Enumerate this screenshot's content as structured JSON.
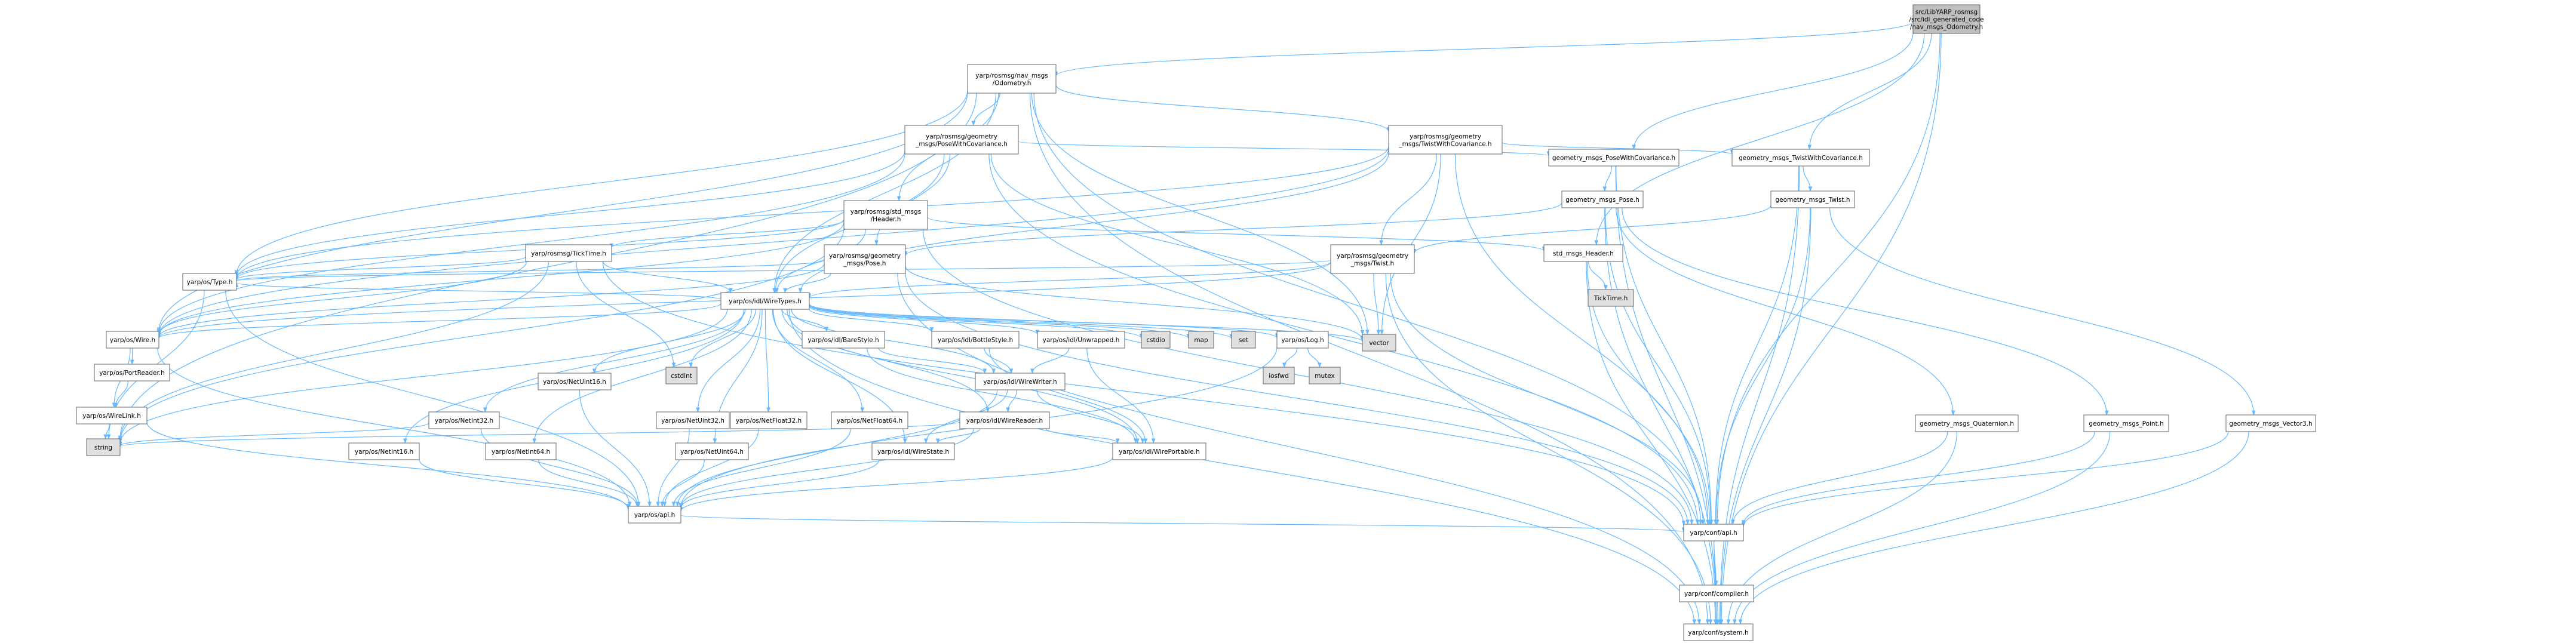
{
  "colors": {
    "node_fill": "#ffffff",
    "root_fill": "#bfbfbf",
    "external_fill": "#e0e0e0",
    "border": "#666666",
    "red_border": "#ff0000",
    "edge_blue": "#63b8ff",
    "edge_grey": "#999999"
  },
  "nodes": [
    {
      "id": "root",
      "lines": [
        "src/LibYARP_rosmsg",
        "/src/idl_generated_code",
        "/nav_msgs_Odometry.h"
      ],
      "style": "root"
    },
    {
      "id": "odom",
      "lines": [
        "yarp/rosmsg/nav_msgs",
        "/Odometry.h"
      ],
      "style": "normal"
    },
    {
      "id": "pwc_y",
      "lines": [
        "yarp/rosmsg/geometry",
        "_msgs/PoseWithCovariance.h"
      ],
      "style": "normal"
    },
    {
      "id": "twc_y",
      "lines": [
        "yarp/rosmsg/geometry",
        "_msgs/TwistWithCovariance.h"
      ],
      "style": "normal"
    },
    {
      "id": "pwc_g",
      "lines": [
        "geometry_msgs_PoseWithCovariance.h"
      ],
      "style": "normal"
    },
    {
      "id": "twc_g",
      "lines": [
        "geometry_msgs_TwistWithCovariance.h"
      ],
      "style": "normal"
    },
    {
      "id": "hdr_y",
      "lines": [
        "yarp/rosmsg/std_msgs",
        "/Header.h"
      ],
      "style": "normal"
    },
    {
      "id": "pose_g",
      "lines": [
        "geometry_msgs_Pose.h"
      ],
      "style": "normal"
    },
    {
      "id": "twist_g",
      "lines": [
        "geometry_msgs_Twist.h"
      ],
      "style": "normal"
    },
    {
      "id": "ticktime",
      "lines": [
        "yarp/rosmsg/TickTime.h"
      ],
      "style": "red"
    },
    {
      "id": "pose_y",
      "lines": [
        "yarp/rosmsg/geometry",
        "_msgs/Pose.h"
      ],
      "style": "red"
    },
    {
      "id": "twist_y",
      "lines": [
        "yarp/rosmsg/geometry",
        "_msgs/Twist.h"
      ],
      "style": "red"
    },
    {
      "id": "std_hdr",
      "lines": [
        "std_msgs_Header.h"
      ],
      "style": "normal"
    },
    {
      "id": "type",
      "lines": [
        "yarp/os/Type.h"
      ],
      "style": "normal"
    },
    {
      "id": "wiretypes",
      "lines": [
        "yarp/os/idl/WireTypes.h"
      ],
      "style": "normal"
    },
    {
      "id": "ticktime_ext",
      "lines": [
        "TickTime.h"
      ],
      "style": "external"
    },
    {
      "id": "wire",
      "lines": [
        "yarp/os/Wire.h"
      ],
      "style": "normal"
    },
    {
      "id": "portreader",
      "lines": [
        "yarp/os/PortReader.h"
      ],
      "style": "normal"
    },
    {
      "id": "wirelink",
      "lines": [
        "yarp/os/WireLink.h"
      ],
      "style": "normal"
    },
    {
      "id": "string",
      "lines": [
        "string"
      ],
      "style": "external"
    },
    {
      "id": "barestyle",
      "lines": [
        "yarp/os/idl/BareStyle.h"
      ],
      "style": "normal"
    },
    {
      "id": "bottlestyle",
      "lines": [
        "yarp/os/idl/BottleStyle.h"
      ],
      "style": "normal"
    },
    {
      "id": "unwrapped",
      "lines": [
        "yarp/os/idl/Unwrapped.h"
      ],
      "style": "normal"
    },
    {
      "id": "cstdio",
      "lines": [
        "cstdio"
      ],
      "style": "external"
    },
    {
      "id": "map",
      "lines": [
        "map"
      ],
      "style": "external"
    },
    {
      "id": "set",
      "lines": [
        "set"
      ],
      "style": "external"
    },
    {
      "id": "log",
      "lines": [
        "yarp/os/Log.h"
      ],
      "style": "red"
    },
    {
      "id": "vector",
      "lines": [
        "vector"
      ],
      "style": "external"
    },
    {
      "id": "cstdint",
      "lines": [
        "cstdint"
      ],
      "style": "external"
    },
    {
      "id": "iosfwd",
      "lines": [
        "iosfwd"
      ],
      "style": "external"
    },
    {
      "id": "mutex",
      "lines": [
        "mutex"
      ],
      "style": "external"
    },
    {
      "id": "wirewriter",
      "lines": [
        "yarp/os/idl/WireWriter.h"
      ],
      "style": "red"
    },
    {
      "id": "wirereader",
      "lines": [
        "yarp/os/idl/WireReader.h"
      ],
      "style": "red"
    },
    {
      "id": "wirestate",
      "lines": [
        "yarp/os/idl/WireState.h"
      ],
      "style": "normal"
    },
    {
      "id": "wireportable",
      "lines": [
        "yarp/os/idl/WirePortable.h"
      ],
      "style": "red"
    },
    {
      "id": "netint32",
      "lines": [
        "yarp/os/NetInt32.h"
      ],
      "style": "red"
    },
    {
      "id": "netuint16",
      "lines": [
        "yarp/os/NetUint16.h"
      ],
      "style": "red"
    },
    {
      "id": "netuint32",
      "lines": [
        "yarp/os/NetUint32.h"
      ],
      "style": "red"
    },
    {
      "id": "netfloat32",
      "lines": [
        "yarp/os/NetFloat32.h"
      ],
      "style": "red"
    },
    {
      "id": "netfloat64",
      "lines": [
        "yarp/os/NetFloat64.h"
      ],
      "style": "red"
    },
    {
      "id": "netint16",
      "lines": [
        "yarp/os/NetInt16.h"
      ],
      "style": "red"
    },
    {
      "id": "netint64",
      "lines": [
        "yarp/os/NetInt64.h"
      ],
      "style": "red"
    },
    {
      "id": "netuint64",
      "lines": [
        "yarp/os/NetUint64.h"
      ],
      "style": "red"
    },
    {
      "id": "api",
      "lines": [
        "yarp/os/api.h"
      ],
      "style": "normal"
    },
    {
      "id": "quat",
      "lines": [
        "geometry_msgs_Quaternion.h"
      ],
      "style": "red"
    },
    {
      "id": "point",
      "lines": [
        "geometry_msgs_Point.h"
      ],
      "style": "red"
    },
    {
      "id": "vec3",
      "lines": [
        "geometry_msgs_Vector3.h"
      ],
      "style": "red"
    },
    {
      "id": "confapi",
      "lines": [
        "yarp/conf/api.h"
      ],
      "style": "normal"
    },
    {
      "id": "compiler",
      "lines": [
        "yarp/conf/compiler.h"
      ],
      "style": "normal"
    },
    {
      "id": "system",
      "lines": [
        "yarp/conf/system.h"
      ],
      "style": "normal"
    }
  ],
  "edges": [
    [
      "root",
      "odom"
    ],
    [
      "root",
      "pwc_g"
    ],
    [
      "root",
      "twc_g"
    ],
    [
      "root",
      "std_hdr"
    ],
    [
      "root",
      "confapi"
    ],
    [
      "root",
      "system"
    ],
    [
      "odom",
      "pwc_y"
    ],
    [
      "odom",
      "twc_y"
    ],
    [
      "odom",
      "hdr_y"
    ],
    [
      "odom",
      "wiretypes"
    ],
    [
      "odom",
      "type"
    ],
    [
      "odom",
      "wire"
    ],
    [
      "odom",
      "string"
    ],
    [
      "odom",
      "vector"
    ],
    [
      "odom",
      "confapi"
    ],
    [
      "odom",
      "system"
    ],
    [
      "pwc_y",
      "pose_y"
    ],
    [
      "pwc_y",
      "wiretypes"
    ],
    [
      "pwc_y",
      "type"
    ],
    [
      "pwc_y",
      "wire"
    ],
    [
      "pwc_y",
      "vector"
    ],
    [
      "pwc_y",
      "pwc_g"
    ],
    [
      "pwc_y",
      "confapi"
    ],
    [
      "twc_y",
      "twist_y"
    ],
    [
      "twc_y",
      "wiretypes"
    ],
    [
      "twc_y",
      "type"
    ],
    [
      "twc_y",
      "wire"
    ],
    [
      "twc_y",
      "vector"
    ],
    [
      "twc_y",
      "twc_g"
    ],
    [
      "twc_y",
      "confapi"
    ],
    [
      "pwc_g",
      "pose_g"
    ],
    [
      "pwc_g",
      "confapi"
    ],
    [
      "pwc_g",
      "system"
    ],
    [
      "twc_g",
      "twist_g"
    ],
    [
      "twc_g",
      "confapi"
    ],
    [
      "twc_g",
      "system"
    ],
    [
      "hdr_y",
      "ticktime"
    ],
    [
      "hdr_y",
      "wiretypes"
    ],
    [
      "hdr_y",
      "type"
    ],
    [
      "hdr_y",
      "wire"
    ],
    [
      "hdr_y",
      "string"
    ],
    [
      "hdr_y",
      "std_hdr"
    ],
    [
      "hdr_y",
      "confapi"
    ],
    [
      "pose_g",
      "pose_y"
    ],
    [
      "pose_g",
      "point"
    ],
    [
      "pose_g",
      "quat"
    ],
    [
      "pose_g",
      "confapi"
    ],
    [
      "pose_g",
      "system"
    ],
    [
      "twist_g",
      "twist_y"
    ],
    [
      "twist_g",
      "vec3"
    ],
    [
      "twist_g",
      "confapi"
    ],
    [
      "twist_g",
      "system"
    ],
    [
      "ticktime",
      "wiretypes"
    ],
    [
      "ticktime",
      "type"
    ],
    [
      "ticktime",
      "wire"
    ],
    [
      "ticktime",
      "string"
    ],
    [
      "ticktime",
      "cstdint"
    ],
    [
      "ticktime",
      "confapi"
    ],
    [
      "pose_y",
      "wiretypes"
    ],
    [
      "pose_y",
      "type"
    ],
    [
      "pose_y",
      "wire"
    ],
    [
      "pose_y",
      "vector"
    ],
    [
      "pose_y",
      "confapi"
    ],
    [
      "pose_y",
      "system"
    ],
    [
      "twist_y",
      "wiretypes"
    ],
    [
      "twist_y",
      "type"
    ],
    [
      "twist_y",
      "wire"
    ],
    [
      "twist_y",
      "vector"
    ],
    [
      "twist_y",
      "confapi"
    ],
    [
      "twist_y",
      "system"
    ],
    [
      "std_hdr",
      "ticktime_ext"
    ],
    [
      "std_hdr",
      "confapi"
    ],
    [
      "std_hdr",
      "system"
    ],
    [
      "type",
      "api"
    ],
    [
      "type",
      "string"
    ],
    [
      "wiretypes",
      "wire"
    ],
    [
      "wiretypes",
      "barestyle"
    ],
    [
      "wiretypes",
      "bottlestyle"
    ],
    [
      "wiretypes",
      "unwrapped"
    ],
    [
      "wiretypes",
      "cstdio"
    ],
    [
      "wiretypes",
      "map"
    ],
    [
      "wiretypes",
      "set"
    ],
    [
      "wiretypes",
      "log"
    ],
    [
      "wiretypes",
      "vector"
    ],
    [
      "wiretypes",
      "string"
    ],
    [
      "wiretypes",
      "cstdint"
    ],
    [
      "wiretypes",
      "wirewriter"
    ],
    [
      "wiretypes",
      "wirereader"
    ],
    [
      "wiretypes",
      "wirestate"
    ],
    [
      "wiretypes",
      "wireportable"
    ],
    [
      "wiretypes",
      "netint32"
    ],
    [
      "wiretypes",
      "netuint16"
    ],
    [
      "wiretypes",
      "netuint32"
    ],
    [
      "wiretypes",
      "netfloat32"
    ],
    [
      "wiretypes",
      "netfloat64"
    ],
    [
      "wiretypes",
      "netint16"
    ],
    [
      "wiretypes",
      "netint64"
    ],
    [
      "wiretypes",
      "netuint64"
    ],
    [
      "wiretypes",
      "type"
    ],
    [
      "wiretypes",
      "system"
    ],
    [
      "wire",
      "portreader"
    ],
    [
      "wire",
      "wirelink"
    ],
    [
      "wire",
      "api"
    ],
    [
      "portreader",
      "wirelink"
    ],
    [
      "wirelink",
      "api"
    ],
    [
      "wirelink",
      "string"
    ],
    [
      "barestyle",
      "wirewriter"
    ],
    [
      "barestyle",
      "wireportable"
    ],
    [
      "bottlestyle",
      "wirewriter"
    ],
    [
      "bottlestyle",
      "wireportable"
    ],
    [
      "unwrapped",
      "wirewriter"
    ],
    [
      "unwrapped",
      "wireportable"
    ],
    [
      "log",
      "iosfwd"
    ],
    [
      "log",
      "mutex"
    ],
    [
      "log",
      "api"
    ],
    [
      "wirewriter",
      "wirereader"
    ],
    [
      "wirewriter",
      "wirestate"
    ],
    [
      "wirewriter",
      "wireportable"
    ],
    [
      "wirewriter",
      "api"
    ],
    [
      "wirereader",
      "wirestate"
    ],
    [
      "wirereader",
      "wireportable"
    ],
    [
      "wirereader",
      "string"
    ],
    [
      "wirereader",
      "api"
    ],
    [
      "wirestate",
      "api"
    ],
    [
      "wireportable",
      "api"
    ],
    [
      "netint32",
      "api"
    ],
    [
      "netuint16",
      "api"
    ],
    [
      "netuint32",
      "api"
    ],
    [
      "netfloat32",
      "api"
    ],
    [
      "netfloat64",
      "api"
    ],
    [
      "netint16",
      "api"
    ],
    [
      "netint64",
      "api"
    ],
    [
      "netuint64",
      "api"
    ],
    [
      "netint32",
      "string"
    ],
    [
      "api",
      "confapi"
    ],
    [
      "quat",
      "confapi"
    ],
    [
      "quat",
      "system"
    ],
    [
      "point",
      "confapi"
    ],
    [
      "point",
      "system"
    ],
    [
      "vec3",
      "confapi"
    ],
    [
      "vec3",
      "system"
    ],
    [
      "confapi",
      "compiler"
    ],
    [
      "confapi",
      "system"
    ]
  ]
}
